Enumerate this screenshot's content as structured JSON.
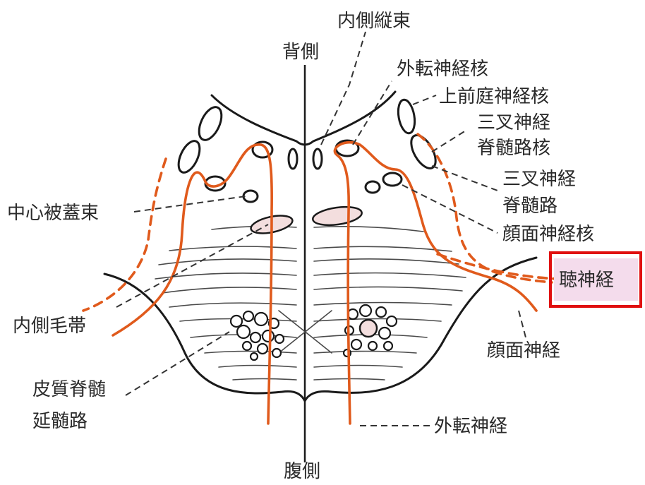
{
  "labels": {
    "dorsal": "背側",
    "ventral": "腹側",
    "mlf": "内側縦束",
    "abducens_nucleus": "外転神経核",
    "superior_vestibular_nucleus": "上前庭神経核",
    "spinal_trigeminal_nucleus_1": "三叉神経",
    "spinal_trigeminal_nucleus_2": "脊髄路核",
    "spinal_trigeminal_tract_1": "三叉神経",
    "spinal_trigeminal_tract_2": "脊髄路",
    "central_tegmental_tract": "中心被蓋束",
    "facial_nucleus": "顔面神経核",
    "auditory_nerve": "聴神経",
    "medial_lemniscus": "内側毛帯",
    "facial_nerve": "顔面神経",
    "corticospinal_1": "皮質脊髄",
    "corticospinal_2": "延髄路",
    "abducens_nerve": "外転神経"
  },
  "highlight": {
    "target": "auditory_nerve",
    "border_color": "#e01010",
    "fill_color": "#f4dcec"
  },
  "colors": {
    "nerve": "#e05a1c",
    "outline": "#1a1a1a",
    "nucleus_fill": "#f3dede"
  }
}
